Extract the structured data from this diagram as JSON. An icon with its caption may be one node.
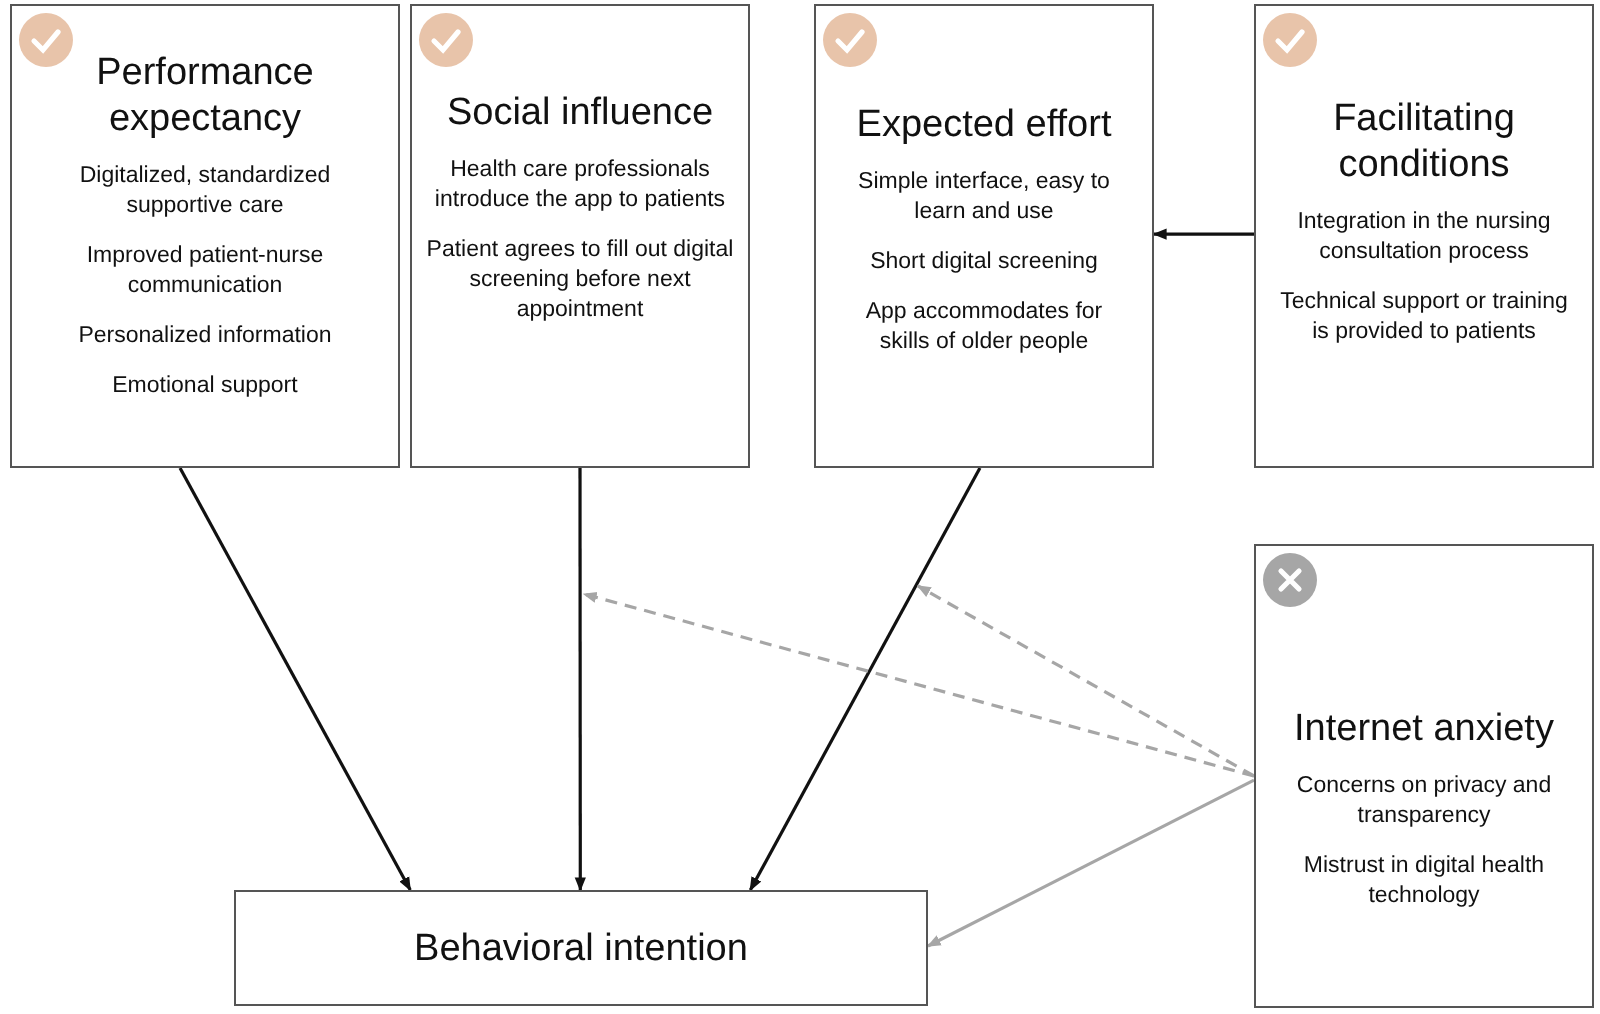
{
  "diagram": {
    "nodes": [
      {
        "text": [
          "Performance expectancy",
          "Digitalized, standardized supportive care",
          "Improved patient-nurse communication",
          "Personalized information",
          "Emotional support"
        ]
      },
      {
        "text": [
          "Social influence",
          "Health care professionals introduce the app to patients",
          "Patient agrees to fill out digital screening before next appointment"
        ]
      },
      {
        "text": [
          "Expected effort",
          "Simple interface, easy to learn and use",
          "Short digital screening",
          "App accommodates for skills of older people"
        ]
      },
      {
        "text": [
          "Facilitating conditions",
          "Integration in the nursing consultation process",
          "Technical support or training is provided to patients"
        ]
      },
      {
        "text": [
          "Internet anxiety",
          "Concerns on privacy and transparency",
          "Mistrust in digital health technology"
        ]
      },
      {
        "text": [
          "Behavioral intention"
        ]
      }
    ],
    "edges": [
      {
        "from": 0,
        "to": 5,
        "arrow": "to"
      },
      {
        "from": 1,
        "to": 5,
        "arrow": "to"
      },
      {
        "from": 2,
        "to": 5,
        "arrow": "to"
      },
      {
        "from": 3,
        "to": 2,
        "arrow": "to"
      },
      {
        "from": 4,
        "to": null,
        "arrow": "to",
        "style": "dashed",
        "color": "#a6a6a6"
      },
      {
        "from": 4,
        "to": null,
        "arrow": "to",
        "style": "dashed",
        "color": "#a6a6a6"
      },
      {
        "from": 4,
        "to": 5,
        "arrow": "to",
        "color": "#a6a6a6"
      }
    ]
  }
}
